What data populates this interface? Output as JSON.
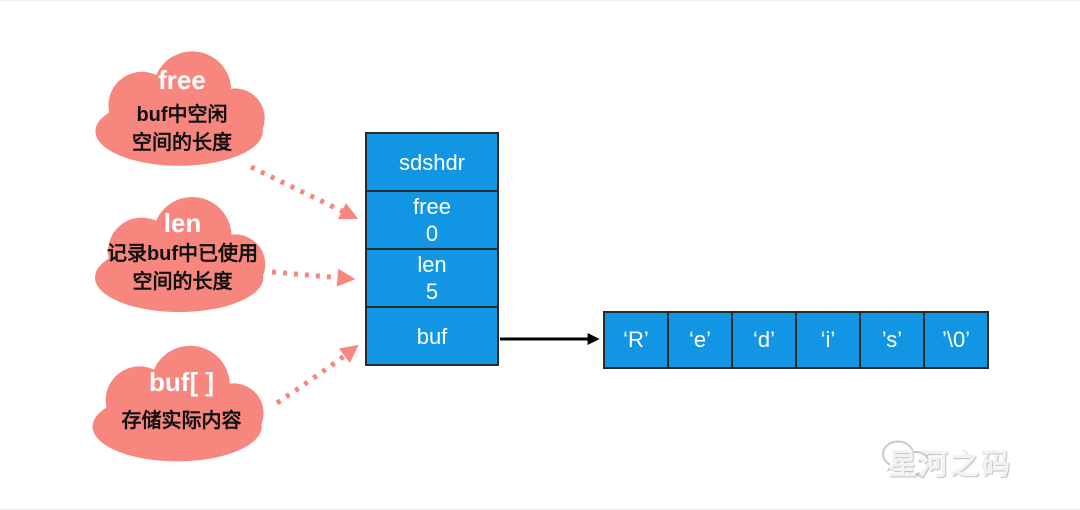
{
  "colors": {
    "blue": "#1296E3",
    "salmon": "#F7867E",
    "border_dark": "#2B2B2B",
    "arrow_black": "#000000",
    "watermark_gray": "#C9C9C9"
  },
  "clouds": [
    {
      "title": "free",
      "lines": [
        "buf中空闲",
        "空间的长度"
      ]
    },
    {
      "title": "len",
      "lines": [
        "记录buf中已使用",
        "空间的长度"
      ]
    },
    {
      "title": "buf[ ]",
      "lines": [
        "存储实际内容"
      ]
    }
  ],
  "stack": {
    "cells": [
      {
        "name": "sdshdr",
        "value": ""
      },
      {
        "name": "free",
        "value": "0"
      },
      {
        "name": "len",
        "value": "5"
      },
      {
        "name": "buf",
        "value": ""
      }
    ]
  },
  "array": {
    "cells": [
      "‘R’",
      "‘e’",
      "‘d’",
      "‘i’",
      "’s’",
      "’\\0’"
    ]
  },
  "watermark": {
    "text": "星河之码"
  }
}
